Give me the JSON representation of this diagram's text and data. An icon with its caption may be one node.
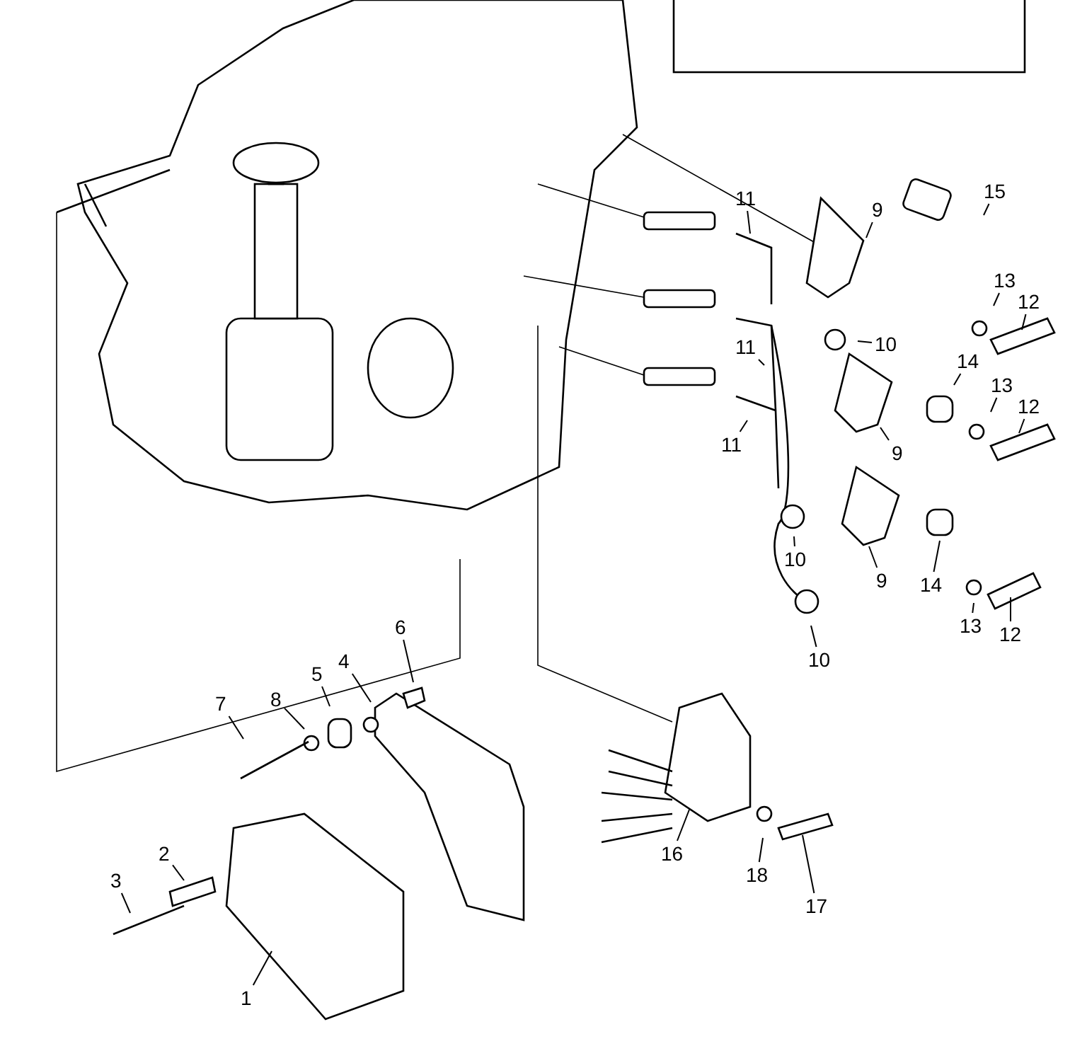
{
  "diagram": {
    "nodes": [
      {
        "text": [
          "15"
        ]
      },
      {
        "text": [
          "11"
        ]
      },
      {
        "text": [
          "9"
        ]
      },
      {
        "text": [
          "13"
        ]
      },
      {
        "text": [
          "12"
        ]
      },
      {
        "text": [
          "10"
        ]
      },
      {
        "text": [
          "11"
        ]
      },
      {
        "text": [
          "14"
        ]
      },
      {
        "text": [
          "13"
        ]
      },
      {
        "text": [
          "12"
        ]
      },
      {
        "text": [
          "11"
        ]
      },
      {
        "text": [
          "9"
        ]
      },
      {
        "text": [
          "10"
        ]
      },
      {
        "text": [
          "9"
        ]
      },
      {
        "text": [
          "14"
        ]
      },
      {
        "text": [
          "13"
        ]
      },
      {
        "text": [
          "6"
        ]
      },
      {
        "text": [
          "12"
        ]
      },
      {
        "text": [
          "10"
        ]
      },
      {
        "text": [
          "4"
        ]
      },
      {
        "text": [
          "5"
        ]
      },
      {
        "text": [
          "8"
        ]
      },
      {
        "text": [
          "7"
        ]
      },
      {
        "text": [
          "2"
        ]
      },
      {
        "text": [
          "16"
        ]
      },
      {
        "text": [
          "18"
        ]
      },
      {
        "text": [
          "3"
        ]
      },
      {
        "text": [
          "17"
        ]
      },
      {
        "text": [
          "1"
        ]
      }
    ],
    "edges": [
      {
        "from": 0,
        "to": null,
        "arrow": "none"
      },
      {
        "from": 1,
        "to": null,
        "arrow": "none"
      },
      {
        "from": 2,
        "to": null,
        "arrow": "none"
      },
      {
        "from": 3,
        "to": null,
        "arrow": "none"
      },
      {
        "from": 4,
        "to": null,
        "arrow": "none"
      },
      {
        "from": 5,
        "to": null,
        "arrow": "none"
      },
      {
        "from": 6,
        "to": null,
        "arrow": "none"
      },
      {
        "from": 7,
        "to": null,
        "arrow": "none"
      },
      {
        "from": 8,
        "to": null,
        "arrow": "none"
      },
      {
        "from": 9,
        "to": null,
        "arrow": "none"
      },
      {
        "from": 10,
        "to": null,
        "arrow": "none"
      },
      {
        "from": 11,
        "to": null,
        "arrow": "none"
      },
      {
        "from": 12,
        "to": null,
        "arrow": "none"
      },
      {
        "from": 13,
        "to": null,
        "arrow": "none"
      },
      {
        "from": 14,
        "to": null,
        "arrow": "none"
      },
      {
        "from": 15,
        "to": null,
        "arrow": "none"
      },
      {
        "from": 16,
        "to": null,
        "arrow": "none"
      },
      {
        "from": 17,
        "to": null,
        "arrow": "none"
      },
      {
        "from": 18,
        "to": null,
        "arrow": "none"
      },
      {
        "from": 19,
        "to": null,
        "arrow": "none"
      },
      {
        "from": 20,
        "to": null,
        "arrow": "none"
      },
      {
        "from": 21,
        "to": null,
        "arrow": "none"
      },
      {
        "from": 22,
        "to": null,
        "arrow": "none"
      },
      {
        "from": 23,
        "to": null,
        "arrow": "none"
      },
      {
        "from": 24,
        "to": null,
        "arrow": "none"
      },
      {
        "from": 25,
        "to": null,
        "arrow": "none"
      },
      {
        "from": 26,
        "to": null,
        "arrow": "none"
      },
      {
        "from": 27,
        "to": null,
        "arrow": "none"
      },
      {
        "from": 28,
        "to": null,
        "arrow": "none"
      }
    ]
  }
}
